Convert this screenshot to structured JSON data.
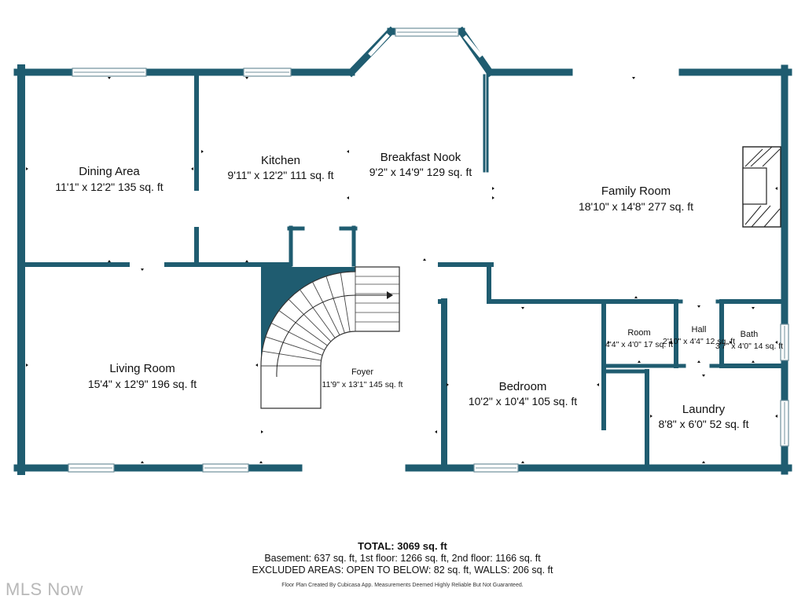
{
  "colors": {
    "wall": "#1f5c70",
    "window_frame": "#6f8f9b",
    "window_glass": "#ffffff",
    "background": "#ffffff",
    "watermark": "#b8b8b8"
  },
  "rooms": {
    "dining": {
      "name": "Dining Area",
      "dims": "11'1\" x 12'2\" 135 sq. ft"
    },
    "kitchen": {
      "name": "Kitchen",
      "dims": "9'11\" x 12'2\" 111 sq. ft"
    },
    "breakfast": {
      "name": "Breakfast Nook",
      "dims": "9'2\" x 14'9\" 129 sq. ft"
    },
    "family": {
      "name": "Family Room",
      "dims": "18'10\" x 14'8\" 277 sq. ft"
    },
    "living": {
      "name": "Living Room",
      "dims": "15'4\" x 12'9\" 196 sq. ft"
    },
    "foyer": {
      "name": "Foyer",
      "dims": "11'9\" x 13'1\" 145 sq. ft"
    },
    "bedroom": {
      "name": "Bedroom",
      "dims": "10'2\" x 10'4\" 105 sq. ft"
    },
    "room_small": {
      "name": "Room",
      "dims": "4'4\" x 4'0\" 17 sq. ft"
    },
    "hall": {
      "name": "Hall",
      "dims": "2'10\" x 4'4\" 12 sq. ft"
    },
    "bath": {
      "name": "Bath",
      "dims": "3'7\" x 4'0\" 14 sq. ft"
    },
    "laundry": {
      "name": "Laundry",
      "dims": "8'8\" x 6'0\" 52 sq. ft"
    }
  },
  "summary": {
    "total": "TOTAL: 3069 sq. ft",
    "floors": "Basement: 637 sq. ft, 1st floor: 1266 sq. ft, 2nd floor: 1166 sq. ft",
    "excluded": "EXCLUDED AREAS: OPEN TO BELOW: 82 sq. ft, WALLS: 206 sq. ft"
  },
  "disclaimer": "Floor Plan Created By Cubicasa App. Measurements Deemed Highly Reliable But Not Guaranteed.",
  "watermark": "MLS Now"
}
